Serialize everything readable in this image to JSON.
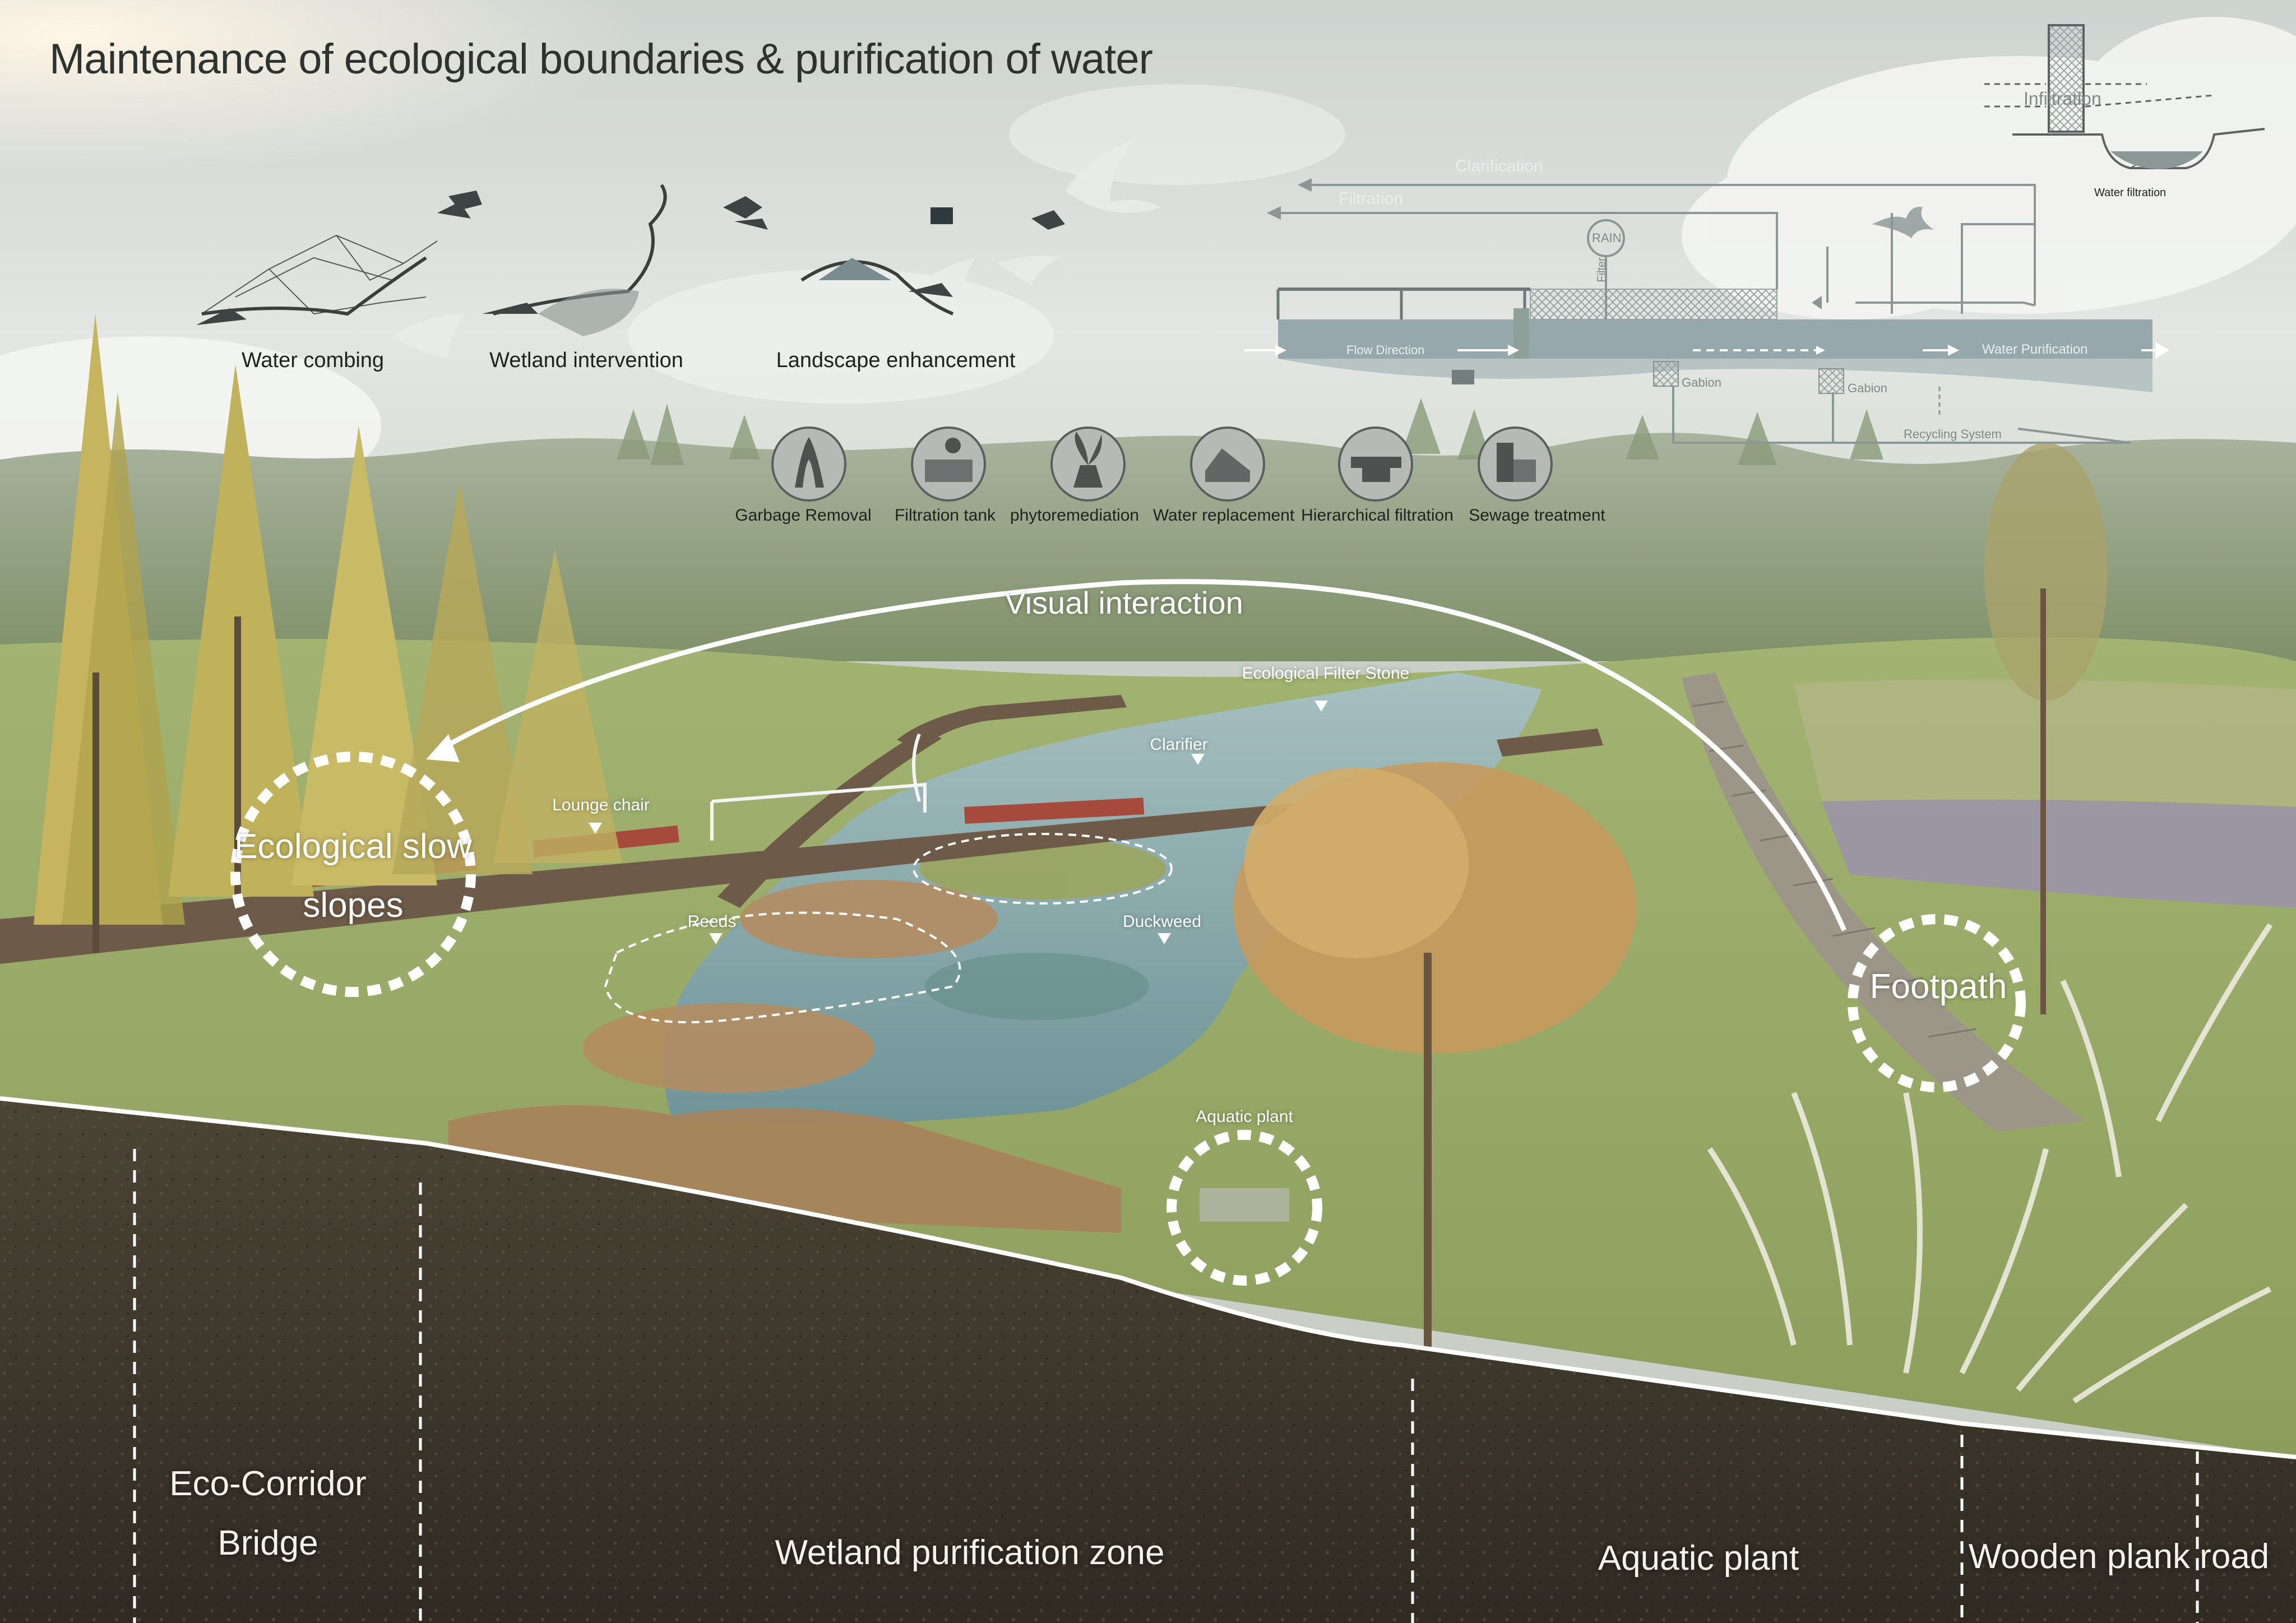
{
  "title": "Maintenance of ecological boundaries & purification of water",
  "process_steps": [
    {
      "label": "Water combing"
    },
    {
      "label": "Wetland intervention"
    },
    {
      "label": "Landscape enhancement"
    }
  ],
  "treatment_methods": [
    {
      "label": "Garbage Removal",
      "icon": "garbage-removal-icon"
    },
    {
      "label": "Filtration tank",
      "icon": "filtration-tank-icon"
    },
    {
      "label": "phytoremediation",
      "icon": "plant-icon"
    },
    {
      "label": "Water replacement",
      "icon": "water-replacement-icon"
    },
    {
      "label": "Hierarchical filtration",
      "icon": "hierarchical-filtration-icon"
    },
    {
      "label": "Sewage treatment",
      "icon": "sewage-treatment-icon"
    }
  ],
  "flow_diagram": {
    "clarification": "Clarification",
    "filtration": "Filtration",
    "rain": "RAIN",
    "filter": "Filter",
    "flow_direction": "Flow Direction",
    "water_purification": "Water Purification",
    "gabion_1": "Gabion",
    "gabion_2": "Gabion",
    "recycling_system": "Recycling System"
  },
  "infiltration_diagram": {
    "infiltration": "Infiltration",
    "caption": "Water filtration"
  },
  "scene_labels": {
    "visual_interaction": "Visual interaction",
    "ecological_filter_stone": "Ecological Filter Stone",
    "clarifier": "Clarifier",
    "lounge_chair": "Lounge chair",
    "reeds": "Reeds",
    "duckweed": "Duckweed",
    "aquatic_plant_callout": "Aquatic plant"
  },
  "circle_callouts": {
    "eco_slow_slopes_line1": "Ecological slow",
    "eco_slow_slopes_line2": "slopes",
    "footpath": "Footpath"
  },
  "zones": [
    {
      "line1": "Eco-Corridor",
      "line2": "Bridge"
    },
    {
      "line1": "Wetland purification zone"
    },
    {
      "line1": "Aquatic plant"
    },
    {
      "line1": "Wooden plank road"
    }
  ],
  "colors": {
    "sky": "#d9dfdc",
    "forest": "#8fa07e",
    "grass": "#9aab6c",
    "water": "#7fa3a6",
    "soil": "#3e3a2e",
    "boardwalk": "#6e5a48",
    "diagram_water": "#8a9ea2"
  }
}
